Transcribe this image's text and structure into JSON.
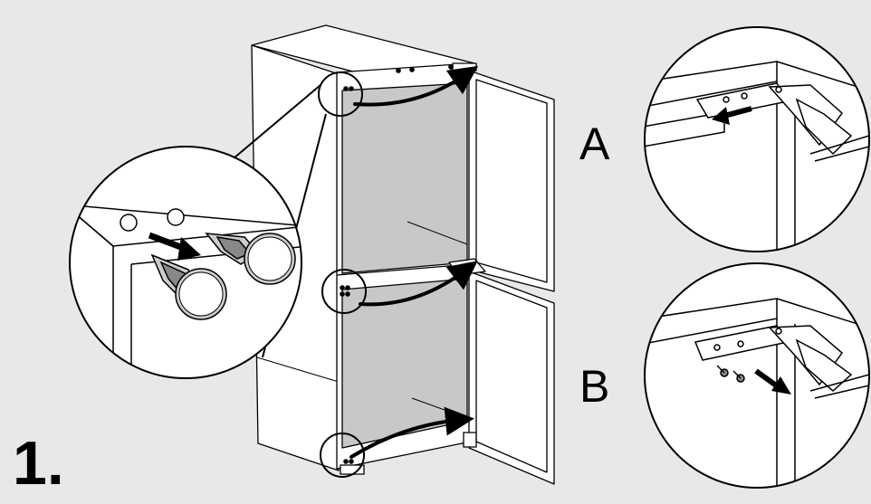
{
  "figure": {
    "step_number": "1.",
    "variant_labels": [
      "A",
      "B"
    ]
  },
  "colors": {
    "background": "#e8e8e8",
    "panel_fill": "#ffffff",
    "interior": "#c8c8c8",
    "line": "#000000",
    "arrow": "#000000"
  },
  "icons": {
    "overview": "fridge-freezer-with-open-doors",
    "detail_left": "hinge-cover-caps",
    "detail_a": "hinge-slide-out",
    "detail_b": "hinge-unscrew"
  }
}
